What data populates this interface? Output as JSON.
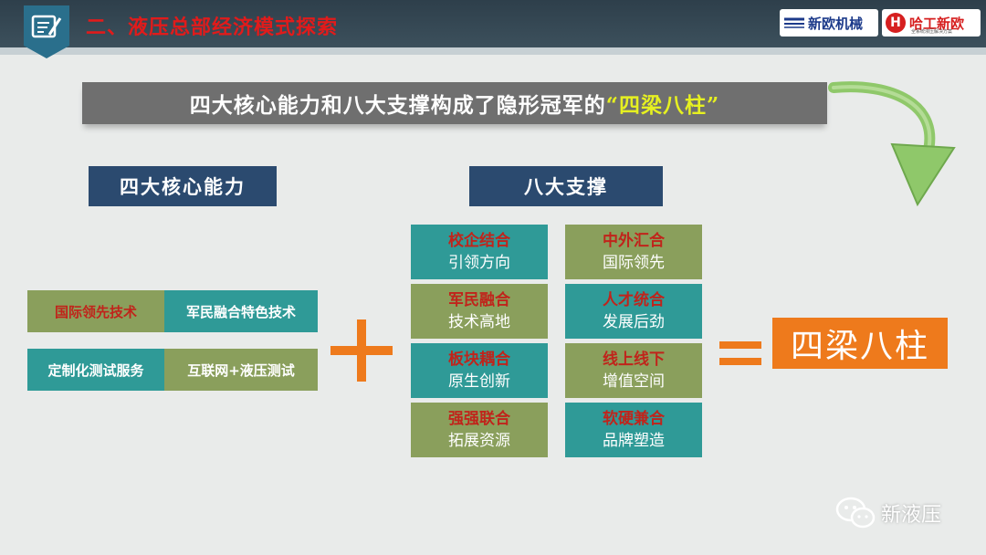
{
  "header": {
    "title": "二、液压总部经济模式探索",
    "logo_left": "新欧机械",
    "logo_right": "哈工新欧",
    "logo_right_mark": "H",
    "logo_right_sub": "全系统液压解决方案"
  },
  "banner": {
    "text_main": "四大核心能力和八大支撑构成了隐形冠军的",
    "text_highlight": "“四梁八柱”"
  },
  "left": {
    "caption": "四大核心能力",
    "rows": [
      [
        "国际领先技术",
        "军民融合特色技术"
      ],
      [
        "定制化测试服务",
        "互联网+液压测试"
      ]
    ]
  },
  "right": {
    "caption": "八大支撑",
    "col1": [
      {
        "l1": "校企结合",
        "l2": "引领方向"
      },
      {
        "l1": "军民融合",
        "l2": "技术高地"
      },
      {
        "l1": "板块耦合",
        "l2": "原生创新"
      },
      {
        "l1": "强强联合",
        "l2": "拓展资源"
      }
    ],
    "col2": [
      {
        "l1": "中外汇合",
        "l2": "国际领先"
      },
      {
        "l1": "人才统合",
        "l2": "发展后劲"
      },
      {
        "l1": "线上线下",
        "l2": "增值空间"
      },
      {
        "l1": "软硬兼合",
        "l2": "品牌塑造"
      }
    ]
  },
  "result": "四梁八柱",
  "watermark": "新液压",
  "colors": {
    "header_bg": "#2e3f4b",
    "title_red": "#e11b1b",
    "caption_blue": "#2b4a6f",
    "teal": "#2f9a97",
    "olive": "#8a9f5c",
    "orange": "#ee7a1c",
    "arrow_green": "#8fc86a"
  },
  "icons": [
    "notepad-pen-icon",
    "curved-arrow-icon",
    "plus-icon",
    "equals-icon",
    "wechat-icon"
  ]
}
